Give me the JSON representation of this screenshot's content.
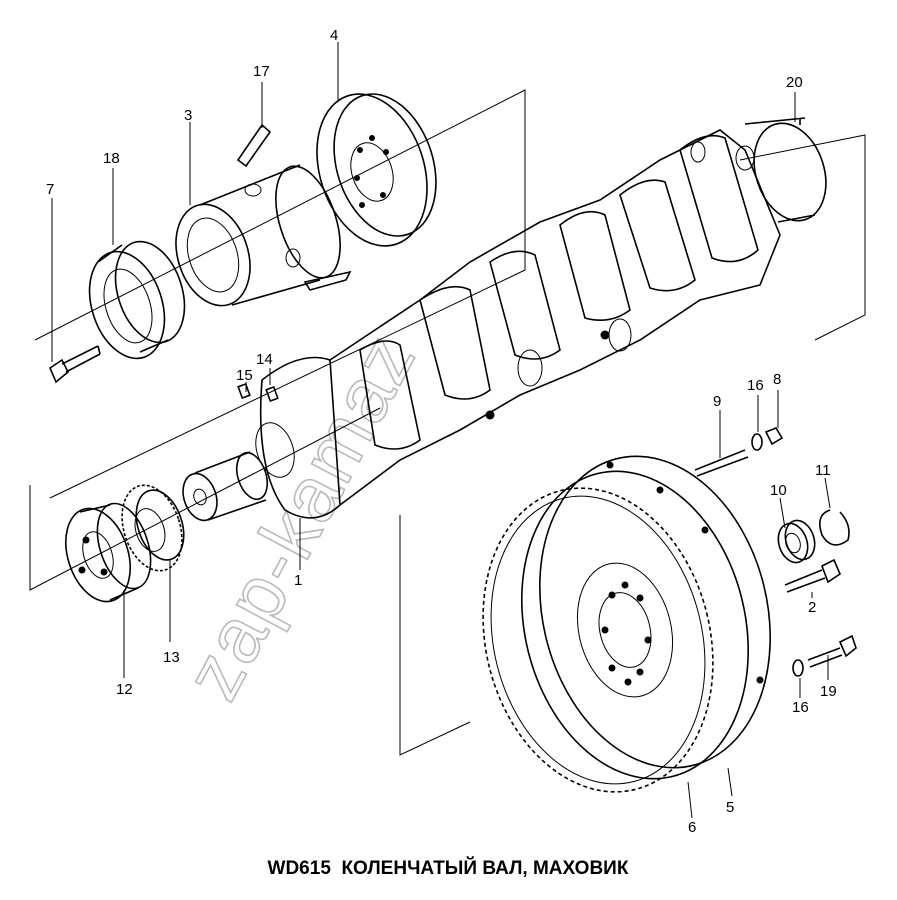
{
  "title": "WD615  КОЛЕНЧАТЫЙ ВАЛ, МАХОВИК",
  "watermark": "zap-kamaz",
  "callouts": [
    "1",
    "2",
    "3",
    "4",
    "5",
    "6",
    "7",
    "8",
    "9",
    "10",
    "11",
    "12",
    "13",
    "14",
    "15",
    "16",
    "16",
    "17",
    "18",
    "19",
    "20"
  ],
  "parts": {
    "crankshaft": "crankshaft-icon",
    "flywheel": "flywheel-icon",
    "ring_gear": "ring-gear-icon",
    "pulley": "pulley-icon",
    "rear_hub": "rear-hub-icon",
    "front_hub": "front-hub-icon",
    "timing_gear": "timing-gear-icon",
    "bolts": "bolt-icon",
    "bearing": "bearing-icon",
    "snap_ring": "snap-ring-icon"
  }
}
